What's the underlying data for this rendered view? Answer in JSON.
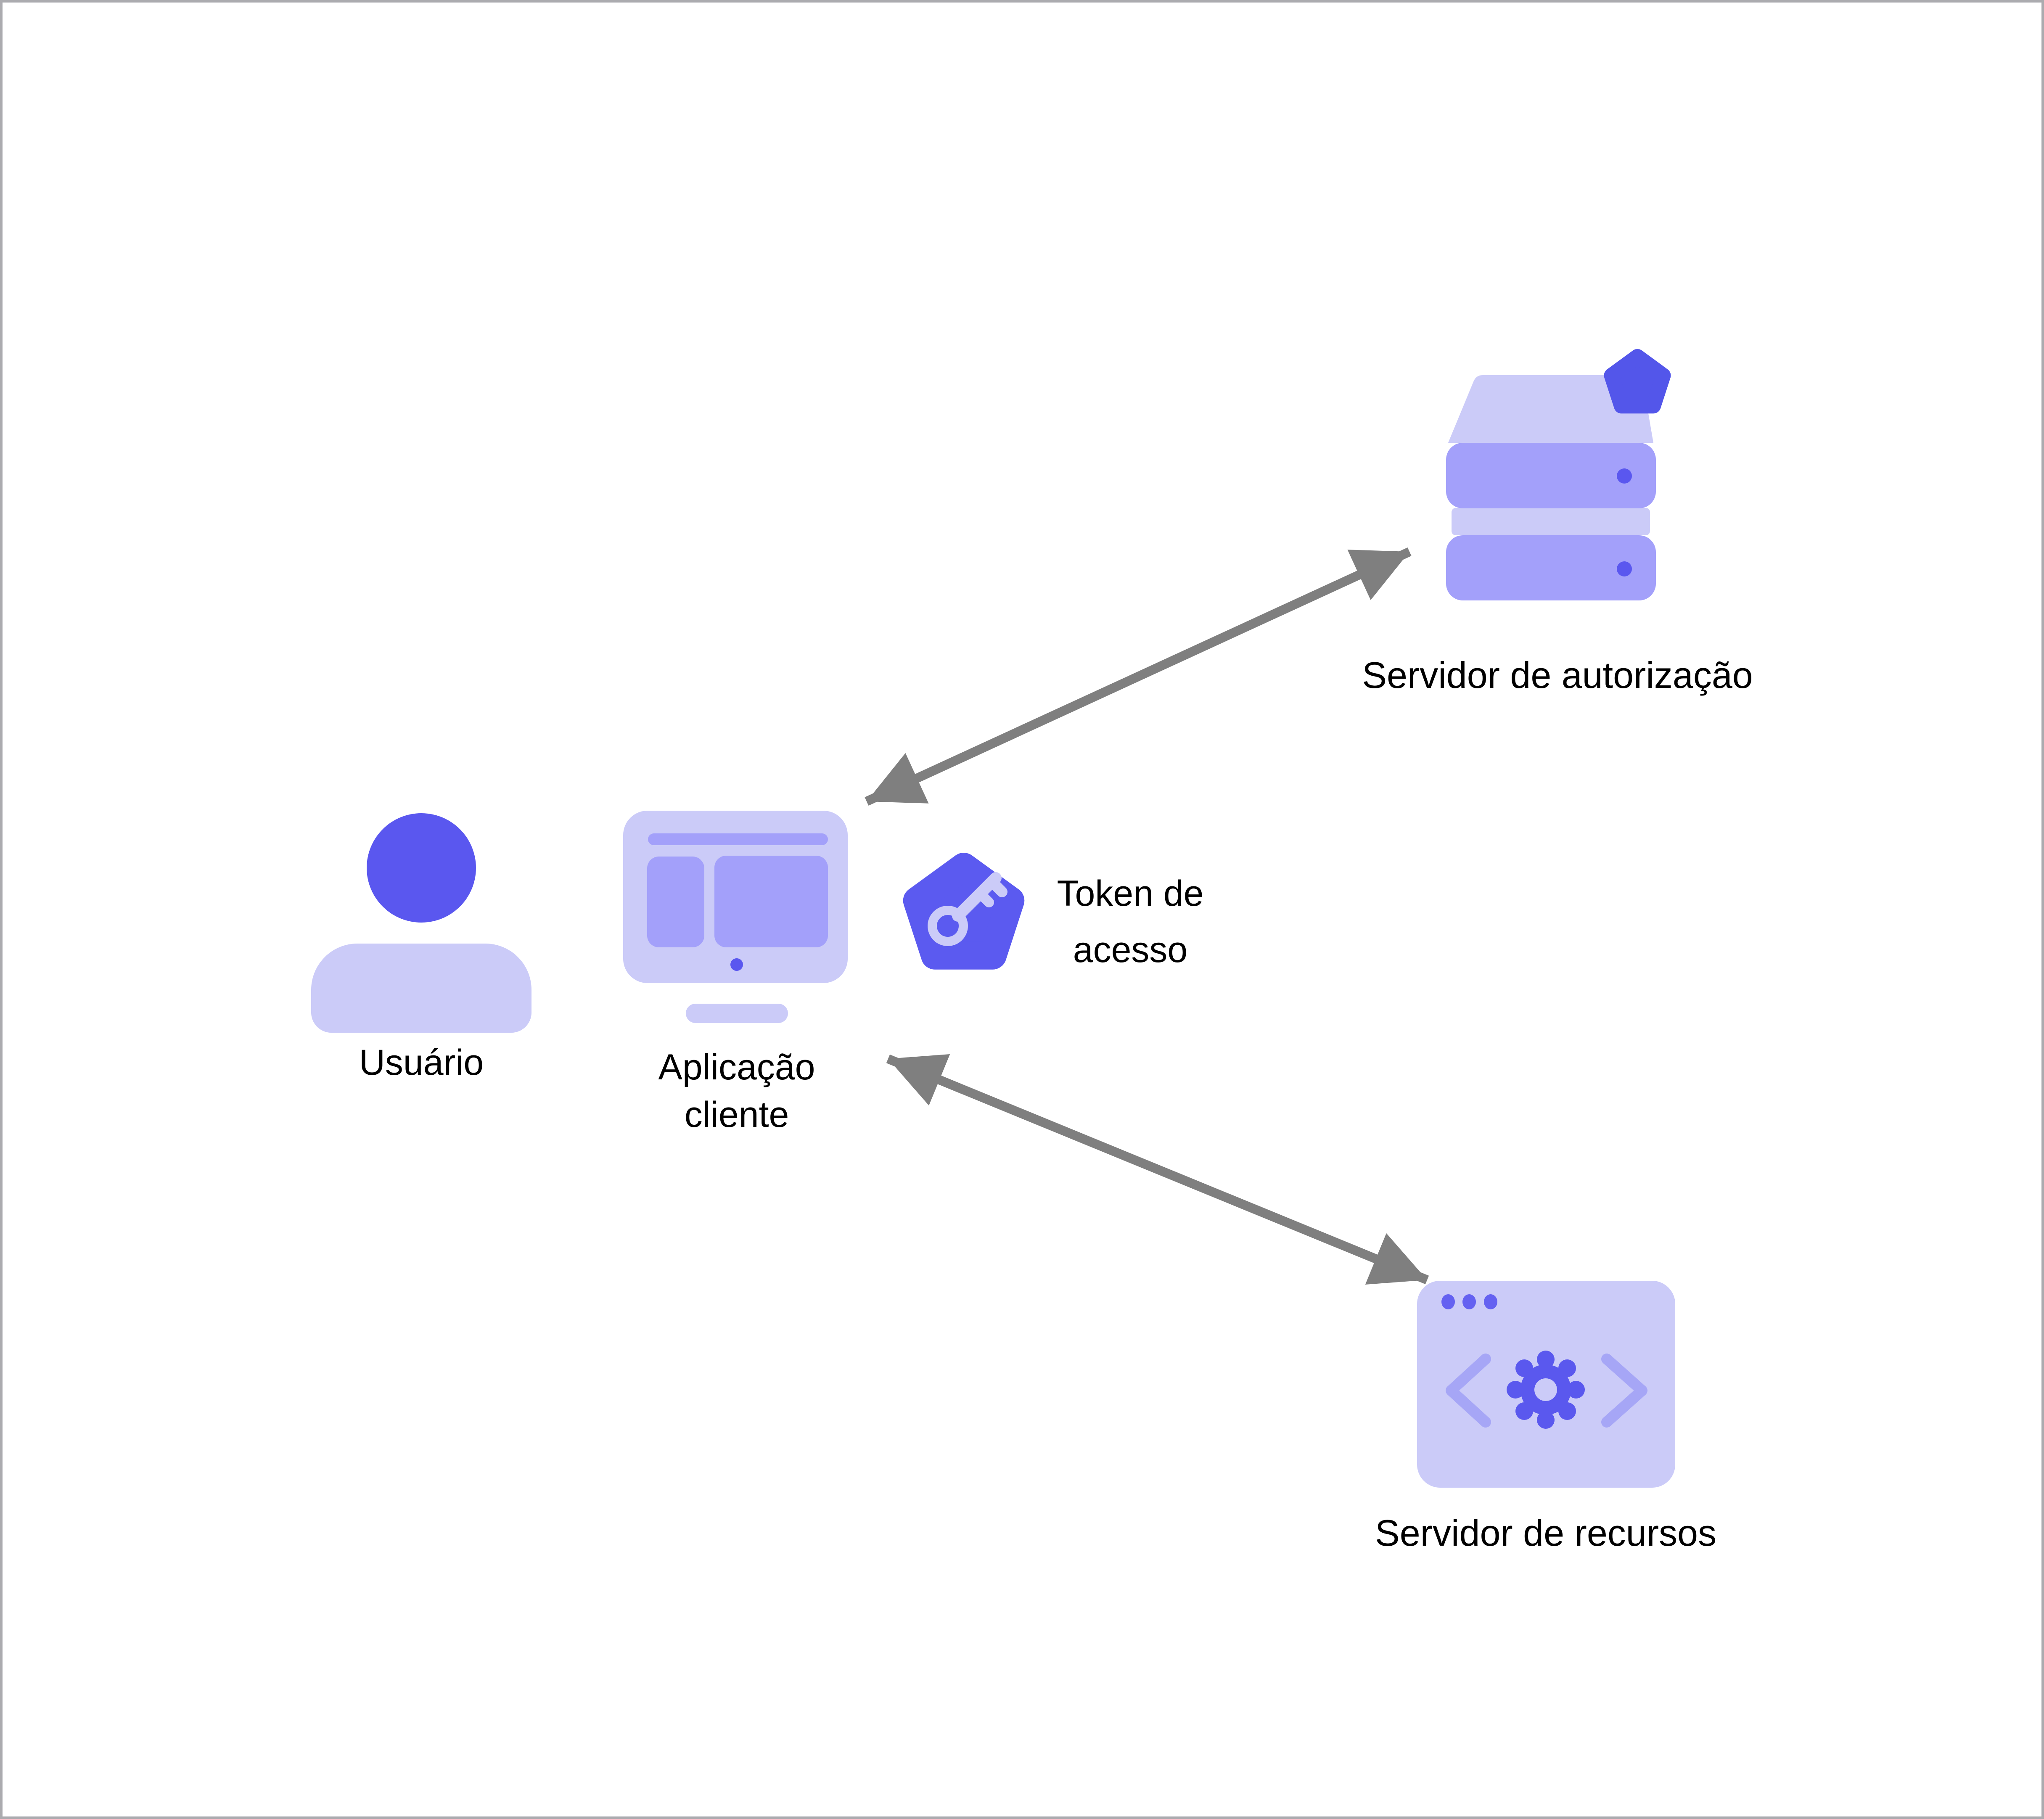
{
  "canvas": {
    "background": "#ffffff",
    "border_color": "#ababaf"
  },
  "palette": {
    "accent": "#5a57ef",
    "token_pentagon": "#5b5af0",
    "badge_pentagon": "#5356ea",
    "gear": "#5a58ee",
    "window_dots": "#6461f1",
    "light_lavender": "#cbcbf8",
    "medium_purple": "#a3a0fa",
    "chevron": "#a6a6f6",
    "arrow": "#7f7f7f",
    "label_text": "#000000"
  },
  "nodes": {
    "user": {
      "label": "Usuário",
      "icon": "person-icon"
    },
    "client_app": {
      "label_line1": "Aplicação",
      "label_line2": "cliente",
      "icon": "desktop-monitor-icon"
    },
    "access_token": {
      "label_line1": "Token de",
      "label_line2": "acesso",
      "icon": "key-pentagon-icon"
    },
    "authorization_server": {
      "label": "Servidor de autorização",
      "icon": "server-stack-icon"
    },
    "resource_server": {
      "label": "Servidor de recursos",
      "icon": "browser-code-gear-icon"
    }
  },
  "connections": [
    {
      "from": "client_app",
      "to": "authorization_server",
      "style": "double-headed-arrow"
    },
    {
      "from": "client_app",
      "to": "resource_server",
      "style": "double-headed-arrow"
    }
  ]
}
